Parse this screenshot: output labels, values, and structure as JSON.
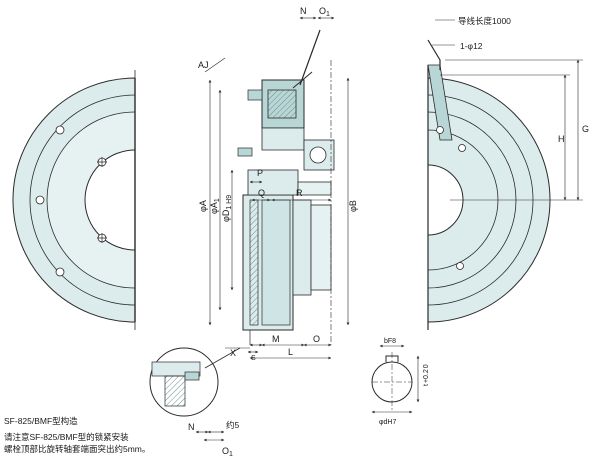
{
  "labels": {
    "N_top": "N",
    "O1_top": "O",
    "O1_top_sub": "1",
    "AJ": "AJ",
    "P": "P",
    "Q": "Q",
    "R": "R",
    "phiA": "φA",
    "phiA1": "φA",
    "phiA1_sub": "1",
    "phiD1": "φD",
    "phiD1_sub": "1 H9",
    "phiB": "φB",
    "X": "X",
    "M": "M",
    "O_bottom": "O",
    "L": "L",
    "S": "S",
    "wire_length": "导线长度1000",
    "hole": "1-φ12",
    "H": "H",
    "G": "G",
    "bF8": "bF8",
    "t_tol": "t",
    "t_sup": "+0.2",
    "t_sub": "0",
    "phidH7": "φdH7",
    "N_bottom": "N",
    "O1_bottom": "O",
    "O1_bottom_sub": "1",
    "yue5": "约5"
  },
  "notes": {
    "title": "SF-825/BMF型构造",
    "line1": "请注意SF-825/BMF型的锁紧安装",
    "line2": "螺栓顶部比旋转轴套端面突出约5mm。"
  },
  "colors": {
    "fill": "#dcecec",
    "fill_dark": "#b9d6d6",
    "line": "#2a2a2a",
    "hatch": "#6a8f8f"
  }
}
